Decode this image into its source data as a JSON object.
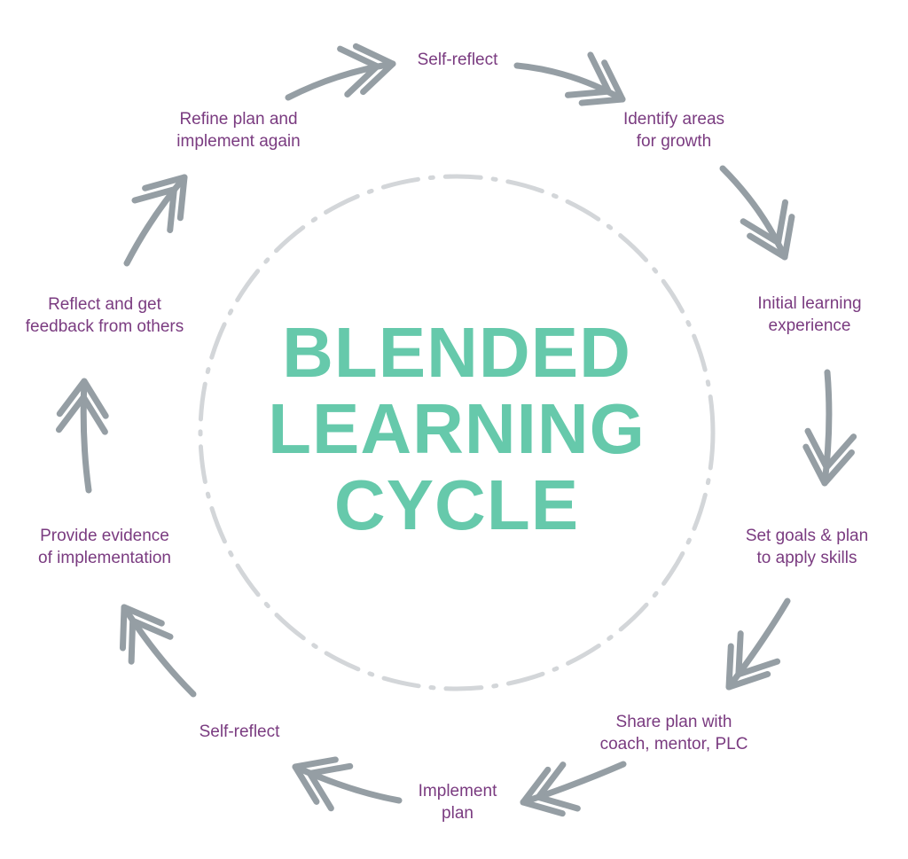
{
  "title": {
    "line1": "BLENDED",
    "line2": "LEARNING",
    "line3": "CYCLE"
  },
  "steps": [
    {
      "line1": "Self-reflect",
      "line2": ""
    },
    {
      "line1": "Identify areas",
      "line2": "for growth"
    },
    {
      "line1": "Initial learning",
      "line2": "experience"
    },
    {
      "line1": "Set goals & plan",
      "line2": "to apply skills"
    },
    {
      "line1": "Share plan with",
      "line2": "coach, mentor, PLC"
    },
    {
      "line1": "Implement",
      "line2": "plan"
    },
    {
      "line1": "Self-reflect",
      "line2": ""
    },
    {
      "line1": "Provide evidence",
      "line2": "of implementation"
    },
    {
      "line1": "Reflect and get",
      "line2": "feedback from others"
    },
    {
      "line1": "Refine plan and",
      "line2": "implement again"
    }
  ],
  "colors": {
    "title": "#66c9ab",
    "label": "#7a3b80",
    "arrow": "#959ea4",
    "ring": "#d3d6d9"
  },
  "icons": {
    "arrow": "double-chevron-arrow-icon",
    "ring": "dash-dot-ring"
  }
}
